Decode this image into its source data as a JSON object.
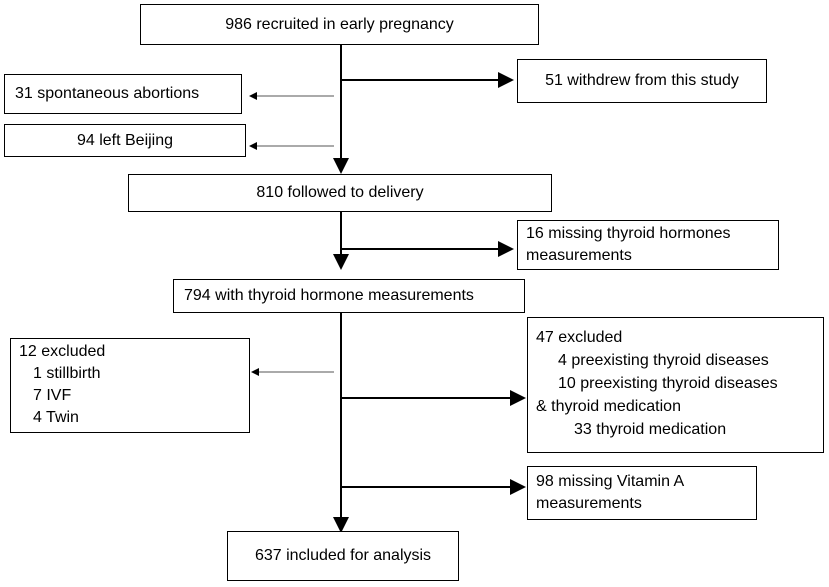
{
  "boxes": {
    "recruited": "986 recruited in early pregnancy",
    "abortions": "31 spontaneous abortions",
    "left_beijing": "94 left Beijing",
    "withdrew": "51 withdrew from this study",
    "followed": "810 followed to delivery",
    "missing_thyroid_1": "16 missing thyroid hormones",
    "missing_thyroid_2": "measurements",
    "with_measurements": "794 with thyroid hormone measurements",
    "excl12": [
      "12 excluded",
      "1  stillbirth",
      "7  IVF",
      "4  Twin"
    ],
    "excl47": [
      "47 excluded",
      "4 preexisting thyroid diseases",
      "10 preexisting thyroid diseases",
      "& thyroid medication",
      "33 thyroid medication"
    ],
    "missing_vita_1": "98 missing Vitamin A",
    "missing_vita_2": "measurements",
    "included": "637 included for analysis"
  }
}
